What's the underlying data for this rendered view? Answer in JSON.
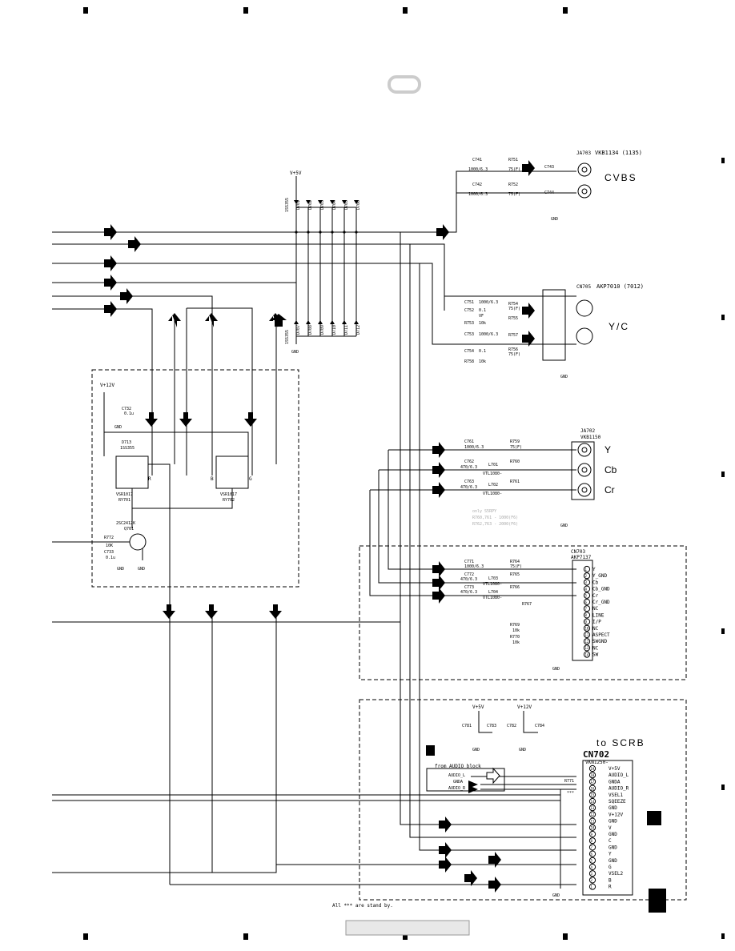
{
  "frame": {
    "top_letters": [
      "■",
      "■",
      "■",
      "■"
    ],
    "side_numbers": [
      "",
      "",
      "",
      "",
      "",
      ""
    ]
  },
  "ja703": {
    "ref": "JA703",
    "part": "VKB1134 (1135)",
    "label": "CVBS",
    "c741": "C741",
    "c741v": "1000/6.3",
    "c742": "C742",
    "c742v": "1000/6.3",
    "r751": "R751",
    "r751v": "75(F)",
    "r752": "R752",
    "r752v": "75(F)",
    "c743": "C743",
    "c744": "C744",
    "star": "***",
    "gnd": "GND"
  },
  "cn705": {
    "ref": "CN705",
    "part": "AKP7010 (7012)",
    "label": "Y/C",
    "c751": "C751",
    "c751v": "1000/6.3",
    "c752": "C752",
    "c752v": "0.1",
    "r753": "R753",
    "r753v": "10k",
    "c753": "C753",
    "c753v": "1000/6.3",
    "c754": "C754",
    "c754v": "0.1",
    "r758": "R758",
    "r758v": "10k",
    "r754": "R754",
    "r755": "R755",
    "r757": "R757",
    "r756": "R756",
    "rv": "75(F)",
    "vf": "VF",
    "gnd": "GND"
  },
  "ja702": {
    "ref": "JA702",
    "part": "VKB1150",
    "labels": [
      "Y",
      "Cb",
      "Cr"
    ],
    "c761": "C761",
    "c761v": "1000/6.3",
    "c762": "C762",
    "c762v": "470/6.3",
    "c763": "C763",
    "c763v": "470/6.3",
    "r759": "R759",
    "r760": "R760",
    "r761": "R761",
    "rv": "75(F)",
    "l701": "L701",
    "l702": "L702",
    "lv": "VTL1080-",
    "note": [
      "only S5RPY",
      "R760,761 - 1000(F6)",
      "R762,763 - 2000(F6)"
    ],
    "gnd": "GND"
  },
  "cn703": {
    "ref": "CN703",
    "part": "AKP7137",
    "pins": [
      "Y",
      "Y_GND",
      "Cb",
      "Cb_GND",
      "Cr",
      "Cr_GND",
      "NC",
      "LINE",
      "I/P",
      "NC",
      "ASPECT",
      "SWGND",
      "NC",
      "SW"
    ],
    "nums": [
      "1",
      "2",
      "3",
      "4",
      "5",
      "6",
      "7",
      "8",
      "9",
      "10",
      "11",
      "12",
      "13",
      "14"
    ],
    "c771": "C771",
    "c771v": "1000/6.3",
    "c772": "C772",
    "c772v": "470/6.3",
    "c773": "C773",
    "c773v": "470/6.3",
    "r764": "R764",
    "r765": "R765",
    "r766": "R766",
    "rv": "75(F)",
    "l703": "L703",
    "l704": "L704",
    "lv": "VTL1080-",
    "r769": "R769",
    "r769v": "10k",
    "r770": "R770",
    "r770v": "10k",
    "r767": "R767",
    "gnd": "GND"
  },
  "relay": {
    "vcc": "V+12V",
    "c732": "C732",
    "c732v": "0.1u",
    "d713": "D713",
    "d713v": "1SS355",
    "ry701": "RY701",
    "ry702": "RY702",
    "part": "VSR1017",
    "q701": "Q701",
    "q701v": "2SC2412K",
    "r772": "R772",
    "r772v": "10K",
    "c733": "C733",
    "c733v": "0.1u",
    "r": "R",
    "g": "G",
    "b": "B",
    "gnd": "GND"
  },
  "diodes": {
    "vcc": "V+5V",
    "part": "1SS355",
    "top": [
      "D701",
      "D702",
      "D703",
      "D704",
      "D705",
      "D706"
    ],
    "bot": [
      "D707",
      "D708",
      "D709",
      "D710",
      "D711",
      "D712"
    ],
    "gnd": "GND"
  },
  "cn702": {
    "ref": "CN702",
    "part": "VKN1250-",
    "to": "to SCRB",
    "pins": [
      "V+5V",
      "AUDIO_L",
      "GNDA",
      "AUDIO_R",
      "VSEL1",
      "SQEEZE",
      "GND",
      "V+12V",
      "GND",
      "V",
      "GND",
      "C",
      "GND",
      "Y",
      "GND",
      "G",
      "VSEL2",
      "B",
      "R"
    ],
    "nums": [
      "19",
      "18",
      "17",
      "16",
      "15",
      "14",
      "13",
      "12",
      "11",
      "10",
      "9",
      "8",
      "7",
      "6",
      "5",
      "4",
      "3",
      "2",
      "1"
    ],
    "audio_block": "from AUDIO block",
    "audio": [
      "AUDIO_L",
      "GNDA",
      "AUDIO_R"
    ],
    "v5": "V+5V",
    "v12": "V+12V",
    "c781": "C781",
    "c782": "C782",
    "c783": "C783",
    "c784": "C784",
    "r771": "R771",
    "star": "***",
    "gnd": "GND"
  },
  "footnote": "All *** are stand by."
}
